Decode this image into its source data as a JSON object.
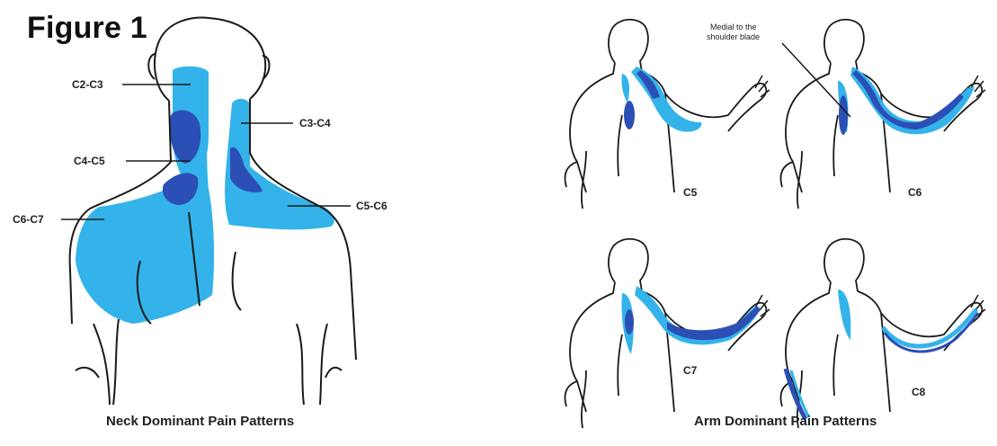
{
  "figure_title": "Figure 1",
  "neck_panel": {
    "caption": "Neck Dominant Pain Patterns",
    "labels": {
      "c2c3": "C2-C3",
      "c3c4": "C3-C4",
      "c4c5": "C4-C5",
      "c5c6": "C5-C6",
      "c6c7": "C6-C7"
    }
  },
  "arm_panel": {
    "caption": "Arm Dominant Pain Patterns",
    "annotation_line1": "Medial to the",
    "annotation_line2": "shoulder blade",
    "labels": {
      "c5": "C5",
      "c6": "C6",
      "c7": "C7",
      "c8": "C8"
    }
  },
  "colors": {
    "light_blue": "#33b3ea",
    "dark_blue": "#2b4fb5",
    "outline": "#1a1a1a"
  }
}
